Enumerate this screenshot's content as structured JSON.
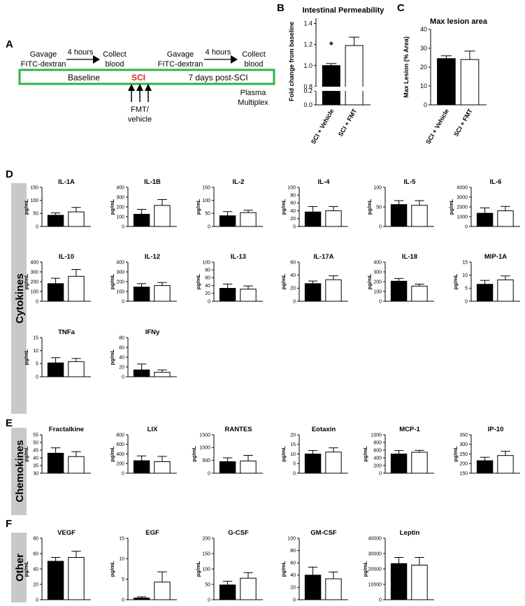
{
  "panel_labels": {
    "A": "A",
    "B": "B",
    "C": "C",
    "D": "D",
    "E": "E",
    "F": "F"
  },
  "timeline": {
    "gavage1": [
      "Gavage",
      "FITC-dextran"
    ],
    "hours1": "4 hours",
    "collect1": [
      "Collect",
      "blood"
    ],
    "gavage2": [
      "Gavage",
      "FITC-dextran"
    ],
    "hours2": "4 hours",
    "collect2": [
      "Collect",
      "blood"
    ],
    "baseline": "Baseline",
    "sci": "SCI",
    "post": "7 days post-SCI",
    "fmt": [
      "FMT/",
      "vehicle"
    ],
    "plasma": [
      "Plasma",
      "Multiplex"
    ]
  },
  "colors": {
    "timeline_box": "#2db34a",
    "sci": "#e52222",
    "vehicle_bar": "#000000",
    "fmt_bar": "#ffffff",
    "side_band": "#c8c8c8"
  },
  "groups": [
    "SCI + Vehicle",
    "SCI + FMT"
  ],
  "section_labels": {
    "cytokines": "Cytokines",
    "chemokines": "Chemokines",
    "other": "Other"
  },
  "chart_data": [
    {
      "id": "B",
      "type": "bar",
      "title": "Intestinal Permeability",
      "ylabel": "Fold change from baseline",
      "categories": [
        "SCI + Vehicle",
        "SCI + FMT"
      ],
      "values": [
        1.0,
        1.19
      ],
      "errors": [
        0.02,
        0.08
      ],
      "ylim": [
        0,
        1.45
      ],
      "axis_break": [
        0.2,
        0.8
      ],
      "yticks": [
        "0.0",
        "0.2",
        "0.8",
        "1.0",
        "1.2",
        "1.4"
      ],
      "annotation": "*"
    },
    {
      "id": "C",
      "type": "bar",
      "title": "Max lesion area",
      "ylabel": "Max Lesion (% Area)",
      "categories": [
        "SCI + Vehicle",
        "SCI + FMT"
      ],
      "values": [
        24.5,
        24.0
      ],
      "errors": [
        1.5,
        4.5
      ],
      "ylim": [
        0,
        40
      ],
      "yticks": [
        "0",
        "10",
        "20",
        "30",
        "40"
      ]
    },
    {
      "id": "IL-1A",
      "type": "bar",
      "title": "IL-1A",
      "ylabel": "pg/mL",
      "values": [
        43,
        56
      ],
      "errors": [
        9,
        17
      ],
      "ylim": [
        0,
        150
      ],
      "yticks": [
        "0",
        "50",
        "100",
        "150"
      ]
    },
    {
      "id": "IL-1B",
      "type": "bar",
      "title": "IL-1B",
      "ylabel": "pg/mL",
      "values": [
        125,
        215
      ],
      "errors": [
        50,
        60
      ],
      "ylim": [
        0,
        400
      ],
      "yticks": [
        "0",
        "100",
        "200",
        "300",
        "400"
      ]
    },
    {
      "id": "IL-2",
      "type": "bar",
      "title": "IL-2",
      "ylabel": "pg/mL",
      "values": [
        41,
        53
      ],
      "errors": [
        16,
        9
      ],
      "ylim": [
        0,
        150
      ],
      "yticks": [
        "0",
        "50",
        "100",
        "150"
      ]
    },
    {
      "id": "IL-4",
      "type": "bar",
      "title": "IL-4",
      "ylabel": "pg/mL",
      "values": [
        37,
        40
      ],
      "errors": [
        14,
        11
      ],
      "ylim": [
        0,
        100
      ],
      "yticks": [
        "0",
        "20",
        "40",
        "60",
        "80",
        "100"
      ]
    },
    {
      "id": "IL-5",
      "type": "bar",
      "title": "IL-5",
      "ylabel": "pg/mL",
      "values": [
        56,
        54
      ],
      "errors": [
        10,
        12
      ],
      "ylim": [
        0,
        100
      ],
      "yticks": [
        "0",
        "50",
        "100"
      ]
    },
    {
      "id": "IL-6",
      "type": "bar",
      "title": "IL-6",
      "ylabel": "pg/mL",
      "values": [
        1350,
        1600
      ],
      "errors": [
        550,
        450
      ],
      "ylim": [
        0,
        4000
      ],
      "yticks": [
        "0",
        "1000",
        "2000",
        "3000",
        "4000"
      ]
    },
    {
      "id": "IL-10",
      "type": "bar",
      "title": "IL-10",
      "ylabel": "pg/mL",
      "values": [
        180,
        255
      ],
      "errors": [
        55,
        70
      ],
      "ylim": [
        0,
        400
      ],
      "yticks": [
        "0",
        "100",
        "200",
        "300",
        "400"
      ]
    },
    {
      "id": "IL-12",
      "type": "bar",
      "title": "IL-12",
      "ylabel": "pg/mL",
      "values": [
        145,
        160
      ],
      "errors": [
        35,
        32
      ],
      "ylim": [
        0,
        400
      ],
      "yticks": [
        "0",
        "100",
        "200",
        "300",
        "400"
      ]
    },
    {
      "id": "IL-13",
      "type": "bar",
      "title": "IL-13",
      "ylabel": "pg/mL",
      "values": [
        33,
        31
      ],
      "errors": [
        11,
        8
      ],
      "ylim": [
        0,
        100
      ],
      "yticks": [
        "0",
        "20",
        "40",
        "60",
        "80",
        "100"
      ]
    },
    {
      "id": "IL-17A",
      "type": "bar",
      "title": "IL-17A",
      "ylabel": "pg/mL",
      "values": [
        27,
        33
      ],
      "errors": [
        4,
        6
      ],
      "ylim": [
        0,
        60
      ],
      "yticks": [
        "0",
        "20",
        "40",
        "60"
      ]
    },
    {
      "id": "IL-18",
      "type": "bar",
      "title": "IL-18",
      "ylabel": "pg/mL",
      "values": [
        205,
        155
      ],
      "errors": [
        28,
        20
      ],
      "ylim": [
        0,
        400
      ],
      "yticks": [
        "0",
        "100",
        "200",
        "300",
        "400"
      ]
    },
    {
      "id": "MIP-1A",
      "type": "bar",
      "title": "MIP-1A",
      "ylabel": "pg/mL",
      "values": [
        6.5,
        8.2
      ],
      "errors": [
        1.5,
        1.5
      ],
      "ylim": [
        0,
        15
      ],
      "yticks": [
        "0",
        "5",
        "10",
        "15"
      ]
    },
    {
      "id": "TNFa",
      "type": "bar",
      "title": "TNFa",
      "ylabel": "pg/mL",
      "values": [
        5.3,
        5.8
      ],
      "errors": [
        2,
        1.2
      ],
      "ylim": [
        0,
        15
      ],
      "yticks": [
        "0",
        "5",
        "10",
        "15"
      ]
    },
    {
      "id": "IFNy",
      "type": "bar",
      "title": "IFNy",
      "ylabel": "pg/mL",
      "values": [
        14,
        9
      ],
      "errors": [
        12,
        5
      ],
      "ylim": [
        0,
        80
      ],
      "yticks": [
        "0",
        "20",
        "40",
        "60",
        "80"
      ]
    },
    {
      "id": "Fractalkine",
      "type": "bar",
      "title": "Fractalkine",
      "ylabel": "pg/mL",
      "values": [
        43,
        40.8
      ],
      "errors": [
        3.5,
        3.2
      ],
      "ylim": [
        30,
        55
      ],
      "yticks": [
        "30",
        "35",
        "40",
        "45",
        "50",
        "55"
      ]
    },
    {
      "id": "LIX",
      "type": "bar",
      "title": "LIX",
      "ylabel": "pg/mL",
      "values": [
        260,
        240
      ],
      "errors": [
        100,
        110
      ],
      "ylim": [
        0,
        800
      ],
      "yticks": [
        "0",
        "200",
        "400",
        "600",
        "800"
      ]
    },
    {
      "id": "RANTES",
      "type": "bar",
      "title": "RANTES",
      "ylabel": "pg/mL",
      "values": [
        450,
        475
      ],
      "errors": [
        150,
        220
      ],
      "ylim": [
        0,
        1500
      ],
      "yticks": [
        "0",
        "500",
        "1000",
        "1500"
      ]
    },
    {
      "id": "Eotaxin",
      "type": "bar",
      "title": "Eotaxin",
      "ylabel": "pg/mL",
      "values": [
        10,
        11
      ],
      "errors": [
        1.8,
        2.2
      ],
      "ylim": [
        0,
        20
      ],
      "yticks": [
        "0",
        "5",
        "10",
        "15",
        "20"
      ]
    },
    {
      "id": "MCP-1",
      "type": "bar",
      "title": "MCP-1",
      "ylabel": "pg/mL",
      "values": [
        500,
        545
      ],
      "errors": [
        90,
        50
      ],
      "ylim": [
        0,
        1000
      ],
      "yticks": [
        "0",
        "200",
        "400",
        "600",
        "800",
        "1000"
      ]
    },
    {
      "id": "IP-10",
      "type": "bar",
      "title": "IP-10",
      "ylabel": "pg/mL",
      "values": [
        215,
        242
      ],
      "errors": [
        18,
        22
      ],
      "ylim": [
        150,
        350
      ],
      "yticks": [
        "150",
        "200",
        "250",
        "300",
        "350"
      ]
    },
    {
      "id": "VEGF",
      "type": "bar",
      "title": "VEGF",
      "ylabel": "pg/mL",
      "values": [
        50,
        55
      ],
      "errors": [
        5,
        8
      ],
      "ylim": [
        0,
        80
      ],
      "yticks": [
        "0",
        "20",
        "40",
        "60",
        "80"
      ]
    },
    {
      "id": "EGF",
      "type": "bar",
      "title": "EGF",
      "ylabel": "pg/mL",
      "values": [
        0.4,
        4.3
      ],
      "errors": [
        0.3,
        2.5
      ],
      "ylim": [
        0,
        15
      ],
      "yticks": [
        "0",
        "5",
        "10",
        "15"
      ]
    },
    {
      "id": "G-CSF",
      "type": "bar",
      "title": "G-CSF",
      "ylabel": "pg/mL",
      "values": [
        48,
        70
      ],
      "errors": [
        12,
        18
      ],
      "ylim": [
        0,
        200
      ],
      "yticks": [
        "0",
        "50",
        "100",
        "150",
        "200"
      ]
    },
    {
      "id": "GM-CSF",
      "type": "bar",
      "title": "GM-CSF",
      "ylabel": "pg/mL",
      "values": [
        40,
        34
      ],
      "errors": [
        13,
        11
      ],
      "ylim": [
        0,
        100
      ],
      "yticks": [
        "0",
        "20",
        "40",
        "60",
        "80",
        "100"
      ]
    },
    {
      "id": "Leptin",
      "type": "bar",
      "title": "Leptin",
      "ylabel": "pg/mL",
      "values": [
        23500,
        22500
      ],
      "errors": [
        4000,
        5000
      ],
      "ylim": [
        0,
        40000
      ],
      "yticks": [
        "0",
        "10000",
        "20000",
        "30000",
        "40000"
      ]
    }
  ]
}
